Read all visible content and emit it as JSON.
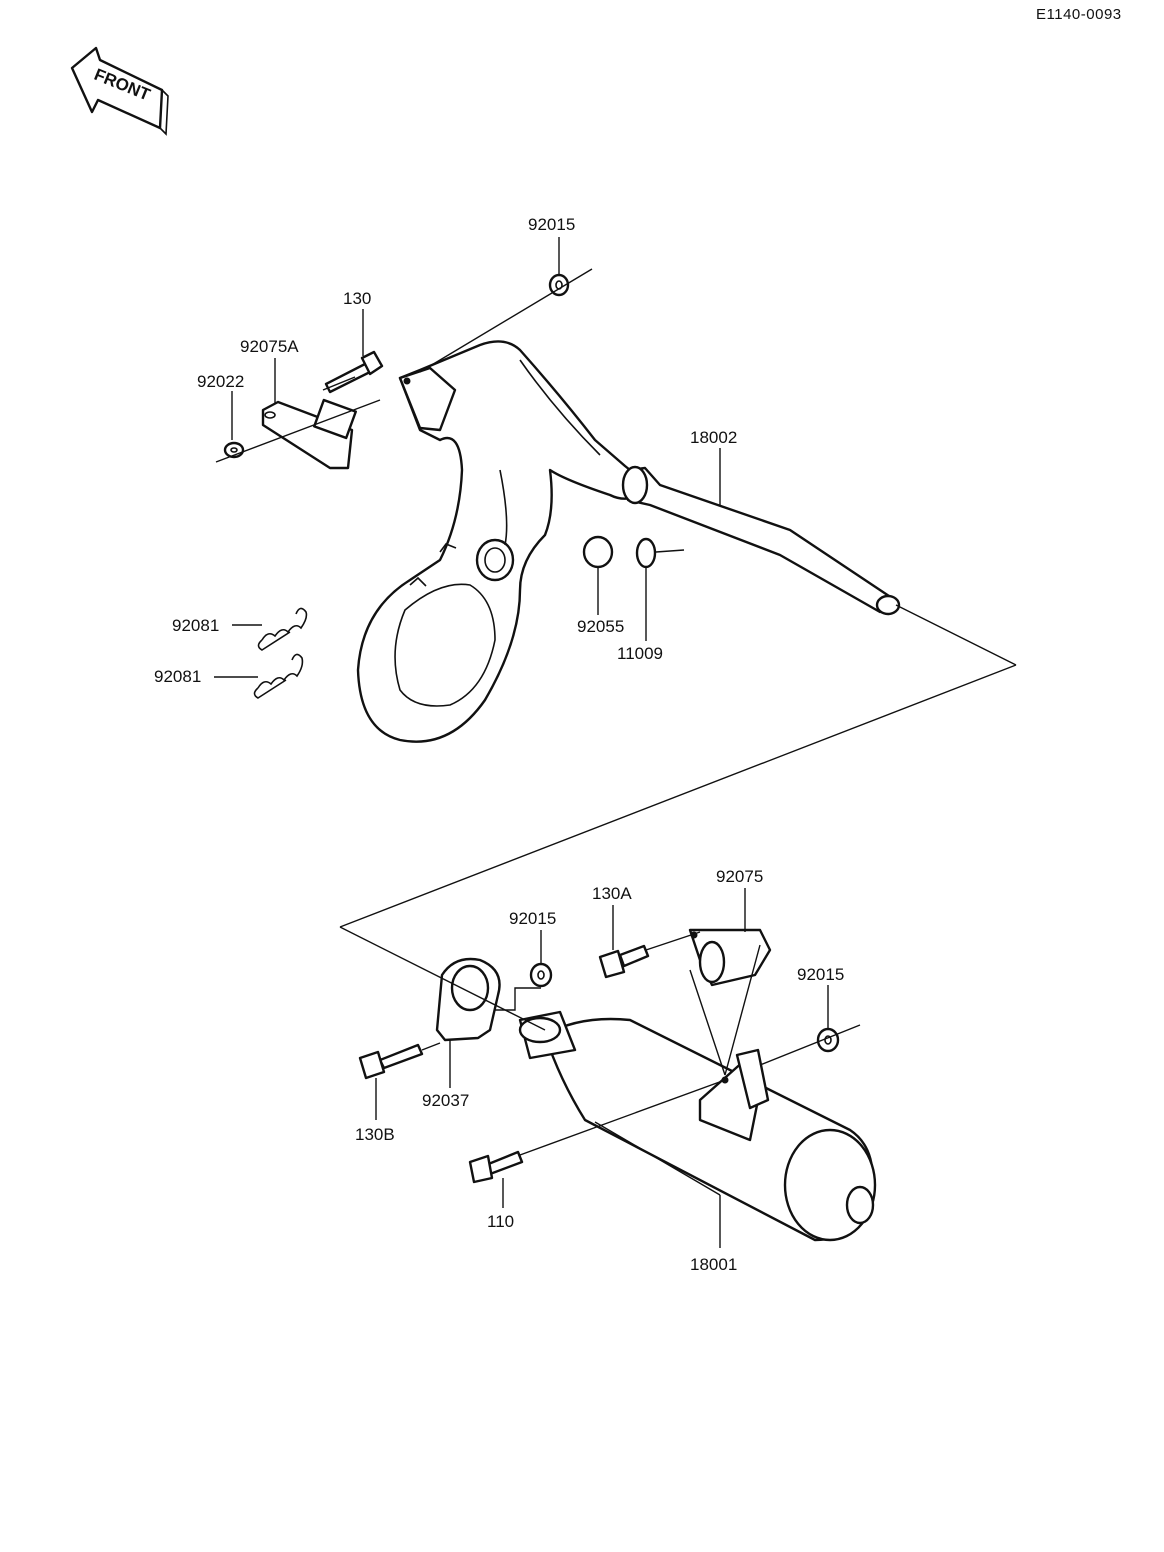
{
  "diagram_code": "E1140-0093",
  "front_indicator": "FRONT",
  "labels": {
    "p92015_top": "92015",
    "p130": "130",
    "p92075A": "92075A",
    "p92022": "92022",
    "p18002": "18002",
    "p92081_a": "92081",
    "p92081_b": "92081",
    "p92055": "92055",
    "p11009": "11009",
    "p130A": "130A",
    "p92075": "92075",
    "p92015_mid": "92015",
    "p92015_right": "92015",
    "p92037": "92037",
    "p130B": "130B",
    "p110": "110",
    "p18001": "18001"
  }
}
